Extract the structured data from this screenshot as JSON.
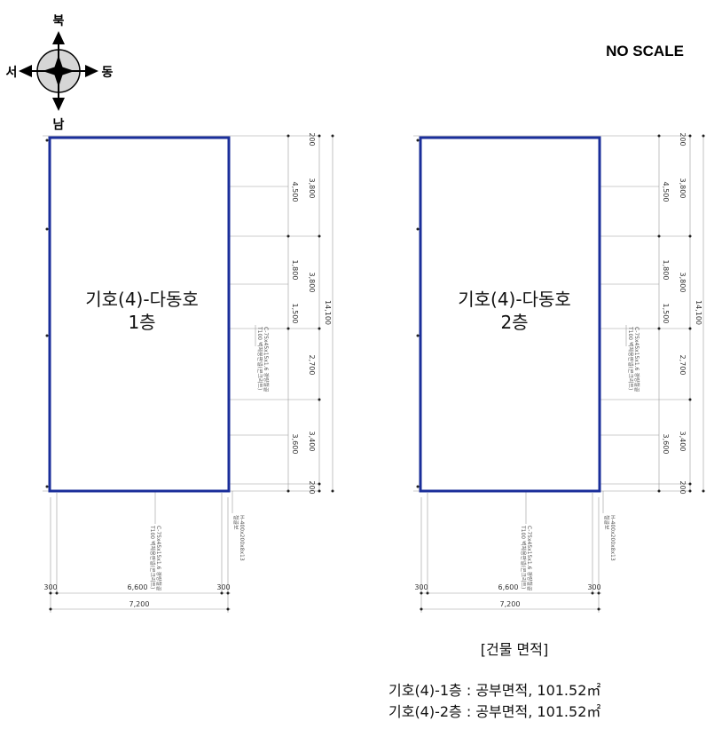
{
  "compass": {
    "north": "북",
    "south": "남",
    "west": "서",
    "east": "동"
  },
  "scale_note": "NO SCALE",
  "colors": {
    "outline": "#1a2e9a",
    "dim_line": "#9a9a9a"
  },
  "floors": [
    {
      "title_line1": "기호(4)-다동호",
      "title_line2": "1층",
      "dims": {
        "right_outer": [
          "200",
          "3,800",
          "3,800",
          "2,700",
          "3,400",
          "200"
        ],
        "right_inner": [
          "4,500",
          "1,800",
          "1,500",
          "3,600"
        ],
        "total_vertical": "14,100",
        "bottom_segments": [
          "300",
          "6,600",
          "300"
        ],
        "total_horizontal": "7,200"
      },
      "notes": {
        "right": [
          "T100 벽체용판넬(콘크리트)",
          "C-75x45x15x1.6 경량철골"
        ],
        "bottom_center": [
          "C-75x45x15x1.6 경량철골",
          "T100 벽체용판넬(콘크리트)"
        ],
        "bottom_right": [
          "H-400x200x8x13",
          "철골보"
        ]
      }
    },
    {
      "title_line1": "기호(4)-다동호",
      "title_line2": "2층",
      "dims": {
        "right_outer": [
          "200",
          "3,800",
          "3,800",
          "2,700",
          "3,400",
          "200"
        ],
        "right_inner": [
          "4,500",
          "1,800",
          "1,500",
          "3,600"
        ],
        "total_vertical": "14,100",
        "bottom_segments": [
          "300",
          "6,600",
          "300"
        ],
        "total_horizontal": "7,200"
      },
      "notes": {
        "right": [
          "T100 벽체용판넬(콘크리트)",
          "C-75x45x15x1.6 경량철골"
        ],
        "bottom_center": [
          "C-75x45x15x1.6 경량철골",
          "T100 벽체용판넬(콘크리트)"
        ],
        "bottom_right": [
          "H-400x200x8x13",
          "철골보"
        ]
      }
    }
  ],
  "area": {
    "header": "[건물 면적]",
    "rows": [
      "기호(4)-1층 : 공부면적, 101.52㎡",
      "기호(4)-2층 : 공부면적, 101.52㎡"
    ]
  }
}
